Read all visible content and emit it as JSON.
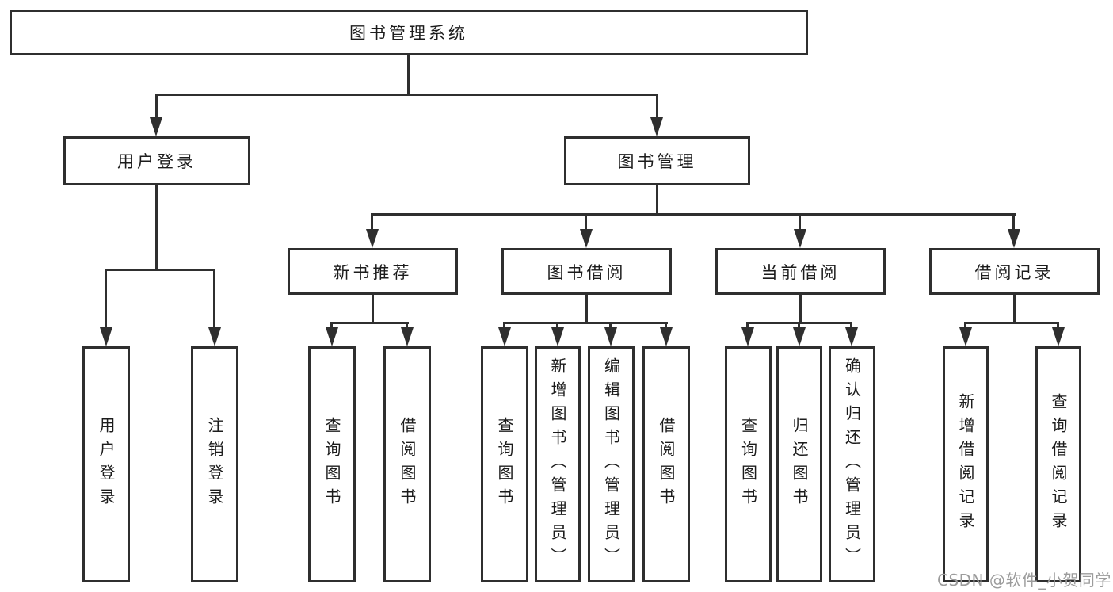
{
  "diagram_title": "图书管理系统",
  "nodes": {
    "root": "图书管理系统",
    "user_login": "用户登录",
    "book_mgmt": "图书管理",
    "new_book": "新书推荐",
    "book_borrow": "图书借阅",
    "current_borrow": "当前借阅",
    "borrow_record": "借阅记录"
  },
  "leaves": {
    "user_login": [
      "用户登录",
      "注销登录"
    ],
    "new_book": [
      "查询图书",
      "借阅图书"
    ],
    "book_borrow": [
      "查询图书",
      "新增图书（管理员）",
      "编辑图书（管理员）",
      "借阅图书"
    ],
    "current_borrow": [
      "查询图书",
      "归还图书",
      "确认归还（管理员）"
    ],
    "borrow_record": [
      "新增借阅记录",
      "查询借阅记录"
    ]
  },
  "watermark": "CSDN @软件_小贺同学",
  "colors": {
    "line": "#2f2f2f",
    "text": "#1c1c1c",
    "background": "#ffffff",
    "watermark": "#9c9c9c"
  }
}
